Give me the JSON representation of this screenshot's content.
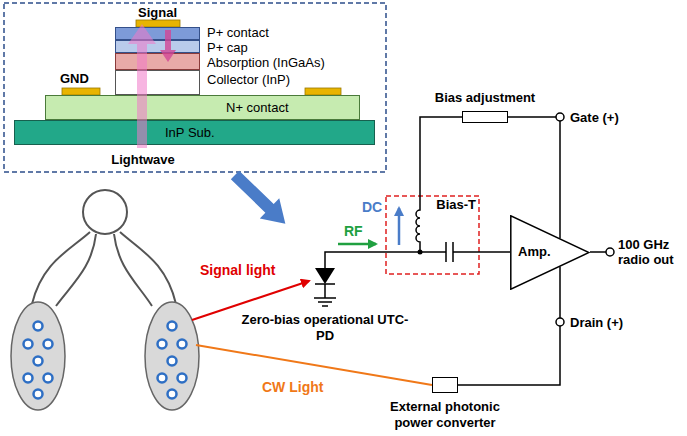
{
  "diagram": {
    "nodes": [
      {
        "text": [
          "P+ contact"
        ]
      },
      {
        "text": [
          "P+ cap"
        ]
      },
      {
        "text": [
          "Absorption (InGaAs)"
        ]
      },
      {
        "text": [
          "Collector (InP)"
        ]
      },
      {
        "text": [
          "N+ contact"
        ]
      },
      {
        "text": [
          "InP Sub."
        ]
      },
      {
        "text": [
          "Bias adjustment"
        ]
      },
      {
        "text": [
          "Bias-T"
        ]
      },
      {
        "text": [
          "Amp."
        ]
      },
      {
        "text": [
          "Zero-bias operational UTC-PD"
        ]
      },
      {
        "text": [
          "External photonic power converter"
        ]
      }
    ],
    "edges": [
      {
        "from": 9,
        "to": 7,
        "arrow": "none"
      },
      {
        "from": 7,
        "to": 6,
        "arrow": "none"
      },
      {
        "from": 6,
        "to": 8,
        "arrow": "none"
      },
      {
        "from": 7,
        "to": 8,
        "arrow": "none"
      },
      {
        "from": 10,
        "to": 8,
        "arrow": "none"
      }
    ],
    "labels": [
      "Signal",
      "GND",
      "Lightwave",
      "Signal light",
      "DC",
      "RF",
      "Gate (+)",
      "Drain (+)",
      "CW Light",
      "100 GHz radio out"
    ]
  }
}
